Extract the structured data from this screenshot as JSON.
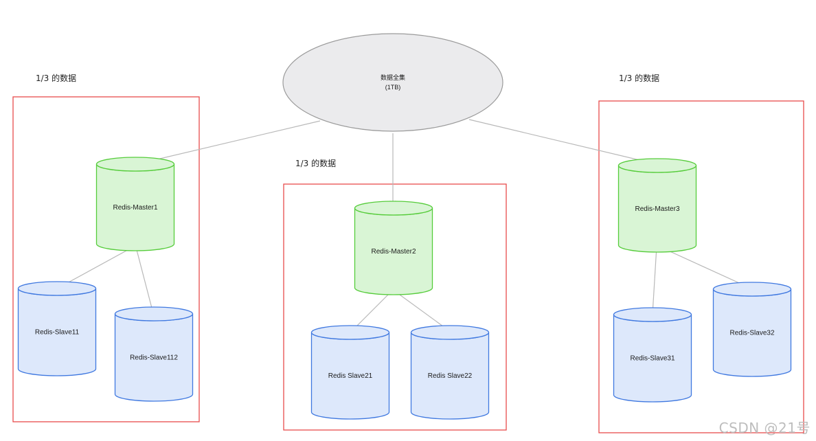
{
  "colors": {
    "group_border": "#e74c4c",
    "arrow": "#b8b8b8",
    "root_fill": "#ebebed",
    "root_stroke": "#9a9a9a",
    "master_fill": "#d9f5d5",
    "master_stroke": "#55cc3a",
    "slave_fill": "#dde8fb",
    "slave_stroke": "#3f78e0"
  },
  "root": {
    "title": "数据全集",
    "subtitle": "(1TB)"
  },
  "groups": [
    {
      "label": "1/3 的数据",
      "master": "Redis-Master1",
      "slaves": [
        "Redis-Slave11",
        "Redis-Slave112"
      ]
    },
    {
      "label": "1/3 的数据",
      "master": "Redis-Master2",
      "slaves": [
        "Redis Slave21",
        "Redis Slave22"
      ]
    },
    {
      "label": "1/3 的数据",
      "master": "Redis-Master3",
      "slaves": [
        "Redis-Slave31",
        "Redis-Slave32"
      ]
    }
  ],
  "watermark": "CSDN @21号"
}
